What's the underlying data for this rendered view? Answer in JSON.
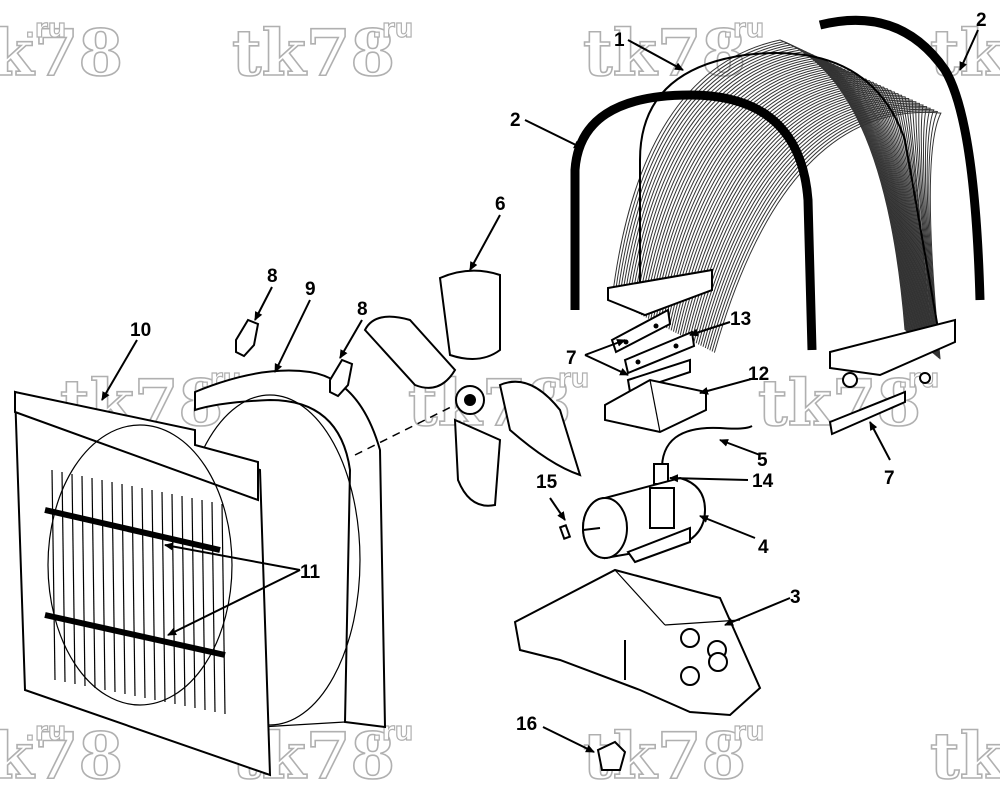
{
  "watermark": {
    "main": "tk78",
    "suffix": ".ru"
  },
  "callouts": [
    {
      "id": "c1",
      "label": "1"
    },
    {
      "id": "c2a",
      "label": "2"
    },
    {
      "id": "c2b",
      "label": "2"
    },
    {
      "id": "c3",
      "label": "3"
    },
    {
      "id": "c4",
      "label": "4"
    },
    {
      "id": "c5",
      "label": "5"
    },
    {
      "id": "c6",
      "label": "6"
    },
    {
      "id": "c7a",
      "label": "7"
    },
    {
      "id": "c7b",
      "label": "7"
    },
    {
      "id": "c8a",
      "label": "8"
    },
    {
      "id": "c8b",
      "label": "8"
    },
    {
      "id": "c9",
      "label": "9"
    },
    {
      "id": "c10",
      "label": "10"
    },
    {
      "id": "c11",
      "label": "11"
    },
    {
      "id": "c12",
      "label": "12"
    },
    {
      "id": "c13",
      "label": "13"
    },
    {
      "id": "c14",
      "label": "14"
    },
    {
      "id": "c15",
      "label": "15"
    },
    {
      "id": "c16",
      "label": "16"
    }
  ]
}
